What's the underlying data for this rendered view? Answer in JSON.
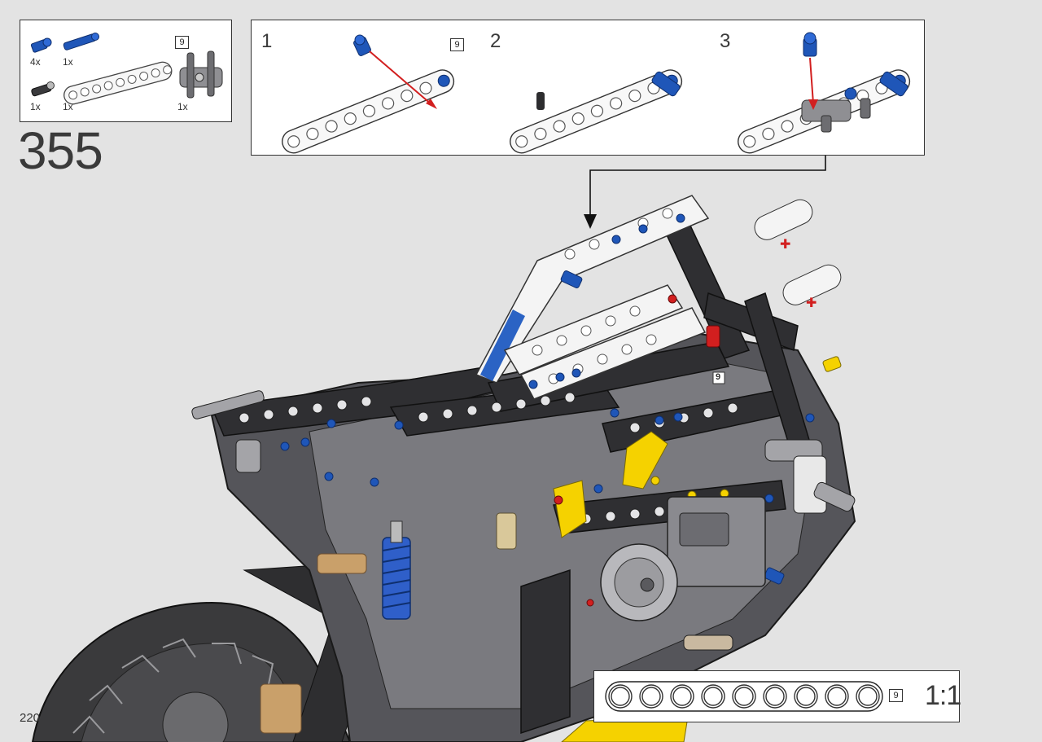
{
  "page": {
    "step_number": "355",
    "page_number": "220"
  },
  "parts_callout": {
    "items": [
      {
        "name": "blue-friction-pin",
        "qty": "4x"
      },
      {
        "name": "blue-long-pin",
        "qty": "1x"
      },
      {
        "name": "black-axle-pin",
        "qty": "1x"
      },
      {
        "name": "white-beam-9",
        "qty": "1x",
        "length_badge": "9"
      },
      {
        "name": "gray-pin-connector",
        "qty": "1x"
      }
    ]
  },
  "substeps": {
    "step1_label": "1",
    "step2_label": "2",
    "step3_label": "3",
    "beam_badge": "9"
  },
  "scale_callout": {
    "label": "1:1",
    "beam_length": "9",
    "hole_count": 9
  },
  "model": {
    "badge": "9"
  },
  "colors": {
    "background": "#e3e3e3",
    "frame_dark": "#3a3a3c",
    "beam_white": "#f4f4f4",
    "pin_blue": "#1f56b8",
    "arrow_red": "#d21f1f",
    "accent_yellow": "#f5d200",
    "spring_blue": "#2859c7",
    "chain_tan": "#c9a06a"
  }
}
